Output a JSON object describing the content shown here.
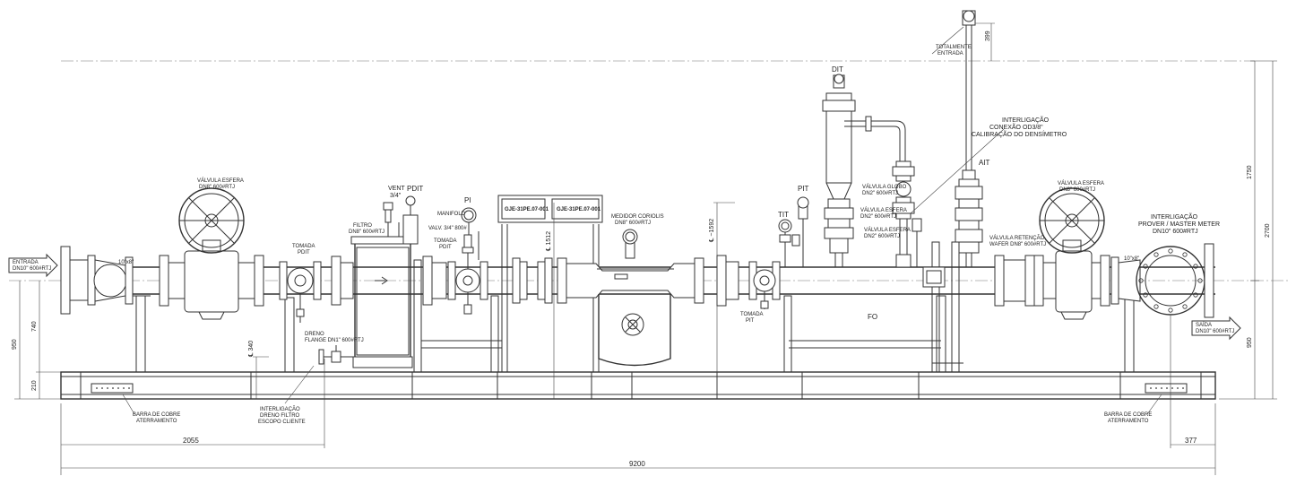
{
  "labels": {
    "entrada": "ENTRADA",
    "entrada_spec": "DN10\" 600#RTJ",
    "saida": "SAÍDA",
    "saida_spec": "DN10\" 600#RTJ",
    "reducer_left": "10\"x8\"",
    "reducer_right": "10\"x8\"",
    "valve_left_title": "VÁLVULA ESFERA",
    "valve_left_spec": "DN8\" 600#RTJ",
    "valve_right_title": "VÁLVULA ESFERA",
    "valve_right_spec": "DN8\" 600#RTJ",
    "tomada_pdit": "TOMADA",
    "tomada_pdit_sub": "PDIT",
    "filtro": "FILTRO",
    "filtro_spec": "DN8\" 600#RTJ",
    "vent": "VENT",
    "vent_size": "3/4\"",
    "pdit": "PDIT",
    "manifold": "MANIFOLD",
    "pi": "PI",
    "valv_3_4": "VALV. 3/4\" 800#",
    "tomada_pdit2": "TOMADA",
    "tomada_pdit2_sub": "PDIT",
    "tag1": "GJE-31PE.07-001",
    "tag2": "GJE-31PE.07-001",
    "medidor": "MEDIDOR CORIOLIS",
    "medidor_spec": "DN8\" 600#RTJ",
    "cl_1512": "℄ 1512",
    "cl_1592": "℄ ~1592",
    "pit": "PIT",
    "tit": "TIT",
    "tomada_pit": "TOMADA",
    "tomada_pit_sub": "PIT",
    "dit": "DIT",
    "valvula_globo": "VÁLVULA GLOBO",
    "valvula_globo_spec": "DN2\" 600#RTJ",
    "valvula_esfera_a": "VÁLVULA ESFERA",
    "valvula_esfera_a_spec": "DN2\" 600#RTJ",
    "valvula_esfera_b": "VÁLVULA ESFERA",
    "valvula_esfera_b_spec": "DN2\" 600#RTJ",
    "interligacao_1": "INTERLIGAÇÃO",
    "interligacao_2": "CONEXÃO OD3/8\"",
    "interligacao_3": "CALIBRAÇÃO DO DENSÍMETRO",
    "totalmente_1": "TOTALMENTE",
    "totalmente_2": "ENTRADA",
    "ait": "AIT",
    "valvula_retencao": "VÁLVULA RETENÇÃO",
    "valvula_retencao_spec": "WAFER DN8\" 600#RTJ",
    "prover_1": "INTERLIGAÇÃO",
    "prover_2": "PROVER / MASTER METER",
    "prover_3": "DN10\" 600#RTJ",
    "fo": "FO",
    "dreno_1": "DRENO",
    "dreno_2": "FLANGE DN1\" 600#RTJ",
    "cl_340": "℄ 340",
    "interl_dreno_1": "INTERLIGAÇÃO",
    "interl_dreno_2": "DRENO FILTRO",
    "interl_dreno_3": "ESCOPO CLIENTE",
    "barra_left_1": "BARRA DE COBRE",
    "barra_left_2": "ATERRAMENTO",
    "barra_right_1": "BARRA DE COBRE",
    "barra_right_2": "ATERRAMENTO"
  },
  "dimensions": {
    "d399": "399",
    "d1750": "1750",
    "d2700": "2700",
    "d950_right": "950",
    "d950_left": "950",
    "d740": "740",
    "d210": "210",
    "d2055": "2055",
    "d377": "377",
    "d9200": "9200"
  }
}
